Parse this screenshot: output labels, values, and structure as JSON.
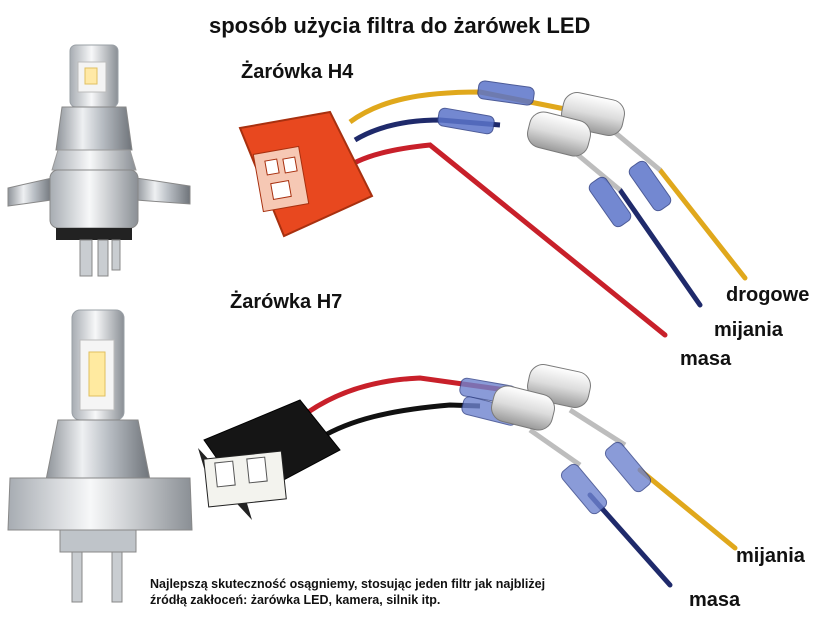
{
  "title": "sposób użycia filtra do żarówek LED",
  "h4": {
    "label": "Żarówka H4",
    "wires": {
      "high_beam": "drogowe",
      "low_beam": "mijania",
      "ground": "masa"
    }
  },
  "h7": {
    "label": "Żarówka H7",
    "wires": {
      "low_beam": "mijania",
      "ground": "masa"
    }
  },
  "note": {
    "line1": "Najlepszą skuteczność osągniemy, stosując jeden filtr jak najbliżej",
    "line2": "źródłą zakłoceń: żarówka LED, kamera, silnik itp."
  },
  "colors": {
    "wire_yellow": "#e0a81c",
    "wire_blue": "#1f2a6b",
    "wire_red": "#c8202a",
    "wire_black": "#111111",
    "h4_connector": "#e8481f",
    "h7_connector": "#151515",
    "ferrite": "#e7e7e7"
  },
  "icons": {
    "h4_bulb": "led-bulb-h4-icon",
    "h7_bulb": "led-bulb-h7-icon",
    "ferrite_filter": "ferrite-core-icon"
  }
}
